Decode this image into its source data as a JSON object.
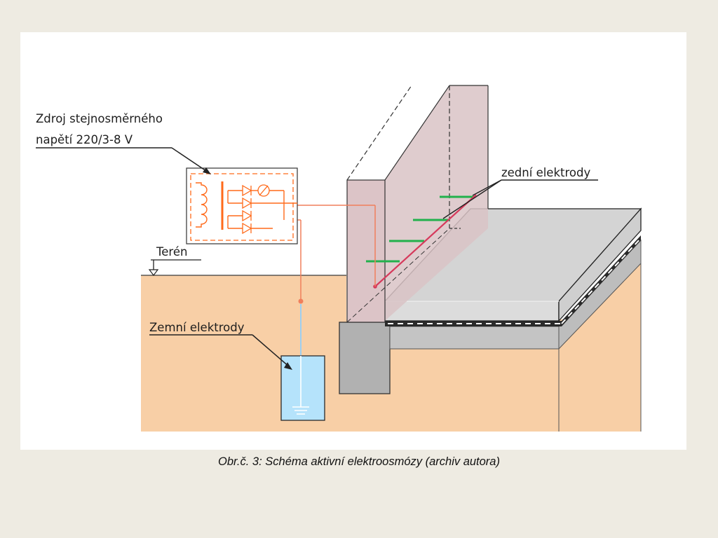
{
  "labels": {
    "source_line1": "Zdroj stejnosměrného",
    "source_line2": "napětí 220/3-8 V",
    "terrain": "Terén",
    "wall_electrodes": "zední elektrody",
    "ground_electrodes": "Zemní elektrody"
  },
  "caption": "Obr.č. 3: Schéma aktivní elektroosmózy (archiv autora)",
  "colors": {
    "page_background": "#eeebe2",
    "soil": "#f8cfa6",
    "wall": "#d9c3c6",
    "floor_slab": "#d4d4d4",
    "foundation": "#b1b1b1",
    "water_tank": "#b5e3fb",
    "wire": "#f07f5c",
    "wall_electrode": "#22b14c",
    "collector_wire": "#d63a5c",
    "circuit": "#ff6a1a"
  }
}
